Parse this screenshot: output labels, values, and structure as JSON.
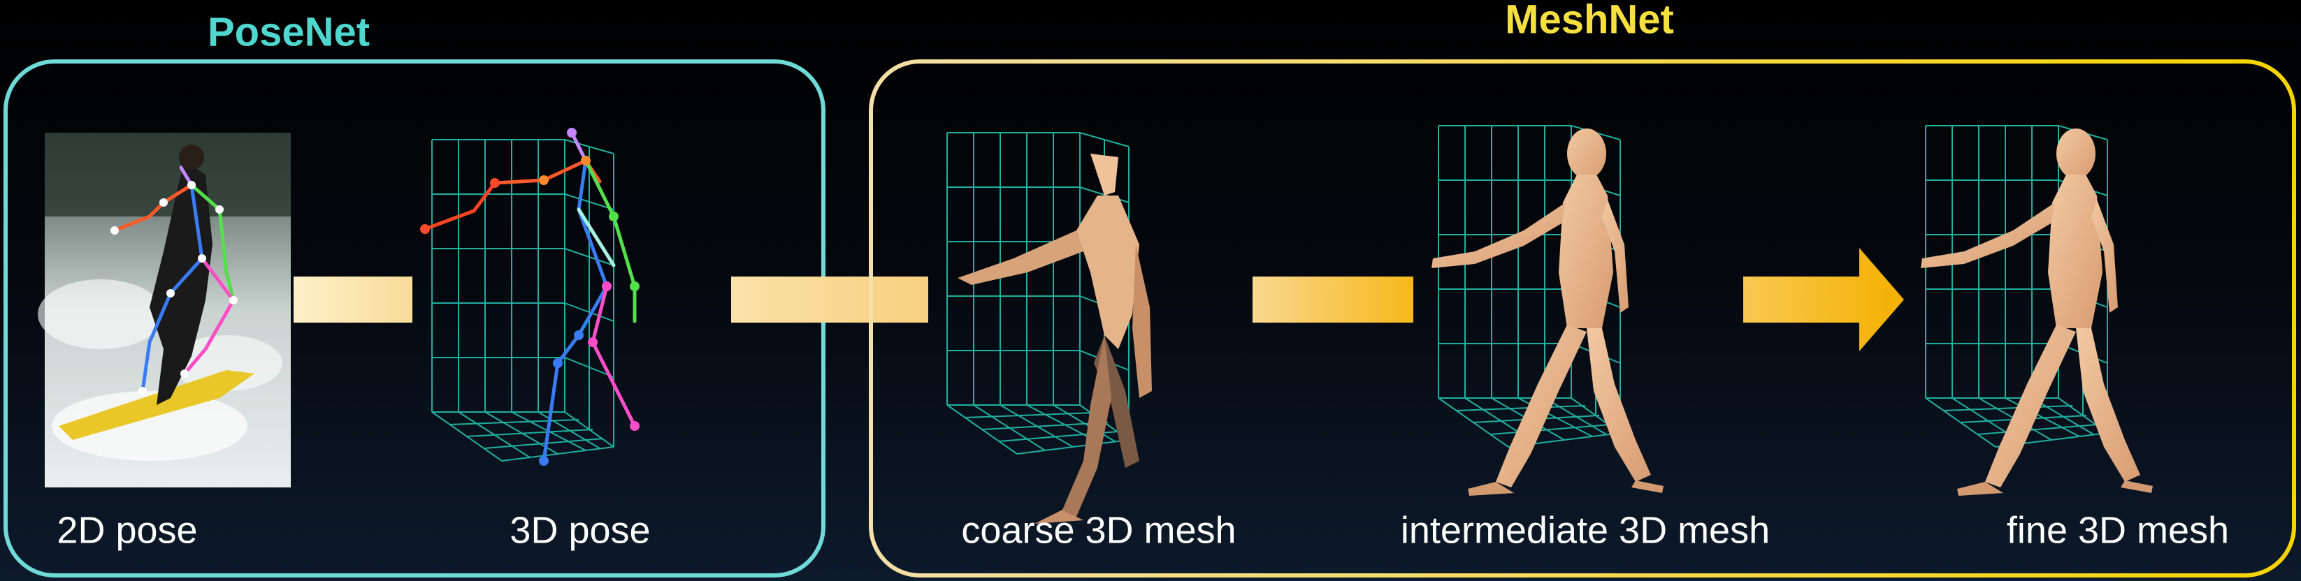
{
  "posenet": {
    "title": "PoseNet",
    "title_color": "#4fd6cf",
    "border_color": "#6fdad8",
    "captions": [
      "2D pose",
      "3D pose"
    ]
  },
  "meshnet": {
    "title": "MeshNet",
    "title_color": "#f5e040",
    "border_colors": [
      "#f4e0a8",
      "#f6d400"
    ],
    "captions": [
      "coarse 3D mesh",
      "intermediate 3D mesh",
      "fine 3D mesh"
    ]
  },
  "colors": {
    "grid": "#1fb0a0",
    "mesh_skin": "#eab991",
    "arrow_start": "#fbe2a8",
    "arrow_end": "#f6b81a"
  },
  "icons": [
    "surfer-photo",
    "skeleton-3d",
    "mesh-figure",
    "arrow-right-icon"
  ]
}
